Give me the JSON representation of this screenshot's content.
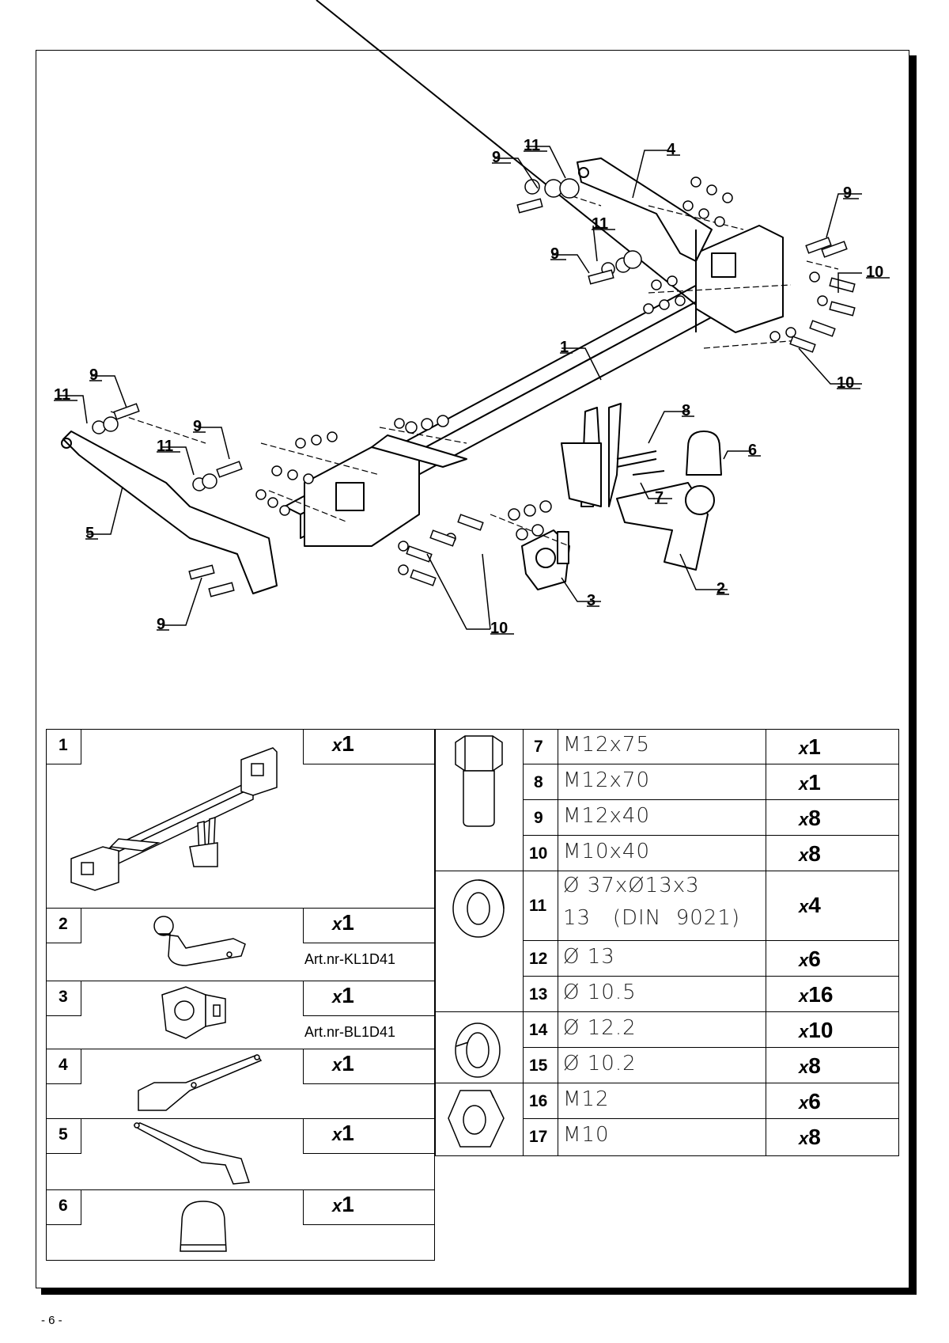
{
  "drawing_labels": {
    "l1": "1",
    "l2": "2",
    "l3": "3",
    "l4": "4",
    "l5": "5",
    "l6": "6",
    "l7": "7",
    "l8": "8",
    "l9a": "9",
    "l9b": "9",
    "l9c": "9",
    "l9d": "9",
    "l9e": "9",
    "l9f": "9",
    "l10a": "10",
    "l10b": "10",
    "l10c": "10",
    "l11a": "11",
    "l11b": "11",
    "l11c": "11",
    "l11d": "11"
  },
  "parts_left": [
    {
      "num": "1",
      "x": "x",
      "qty": "1",
      "art": ""
    },
    {
      "num": "2",
      "x": "x",
      "qty": "1",
      "art": "Art.nr-KL1D41"
    },
    {
      "num": "3",
      "x": "x",
      "qty": "1",
      "art": "Art.nr-BL1D41"
    },
    {
      "num": "4",
      "x": "x",
      "qty": "1",
      "art": ""
    },
    {
      "num": "5",
      "x": "x",
      "qty": "1",
      "art": ""
    },
    {
      "num": "6",
      "x": "x",
      "qty": "1",
      "art": ""
    }
  ],
  "parts_right": [
    {
      "num": "7",
      "spec": "M12x75",
      "x": "x",
      "qty": "1"
    },
    {
      "num": "8",
      "spec": "M12x70",
      "x": "x",
      "qty": "1"
    },
    {
      "num": "9",
      "spec": "M12x40",
      "x": "x",
      "qty": "8"
    },
    {
      "num": "10",
      "spec": "M10x40",
      "x": "x",
      "qty": "8"
    },
    {
      "num": "11",
      "spec": "Ø 37xØ13x3",
      "spec2": "13   (DIN  9021)",
      "x": "x",
      "qty": "4"
    },
    {
      "num": "12",
      "spec": "Ø 13",
      "x": "x",
      "qty": "6"
    },
    {
      "num": "13",
      "spec": "Ø 10.5",
      "x": "x",
      "qty": "16"
    },
    {
      "num": "14",
      "spec": "Ø 12.2",
      "x": "x",
      "qty": "10"
    },
    {
      "num": "15",
      "spec": "Ø 10.2",
      "x": "x",
      "qty": "8"
    },
    {
      "num": "16",
      "spec": "M12",
      "x": "x",
      "qty": "6"
    },
    {
      "num": "17",
      "spec": "M10",
      "x": "x",
      "qty": "8"
    }
  ],
  "footer": "- 6 -"
}
